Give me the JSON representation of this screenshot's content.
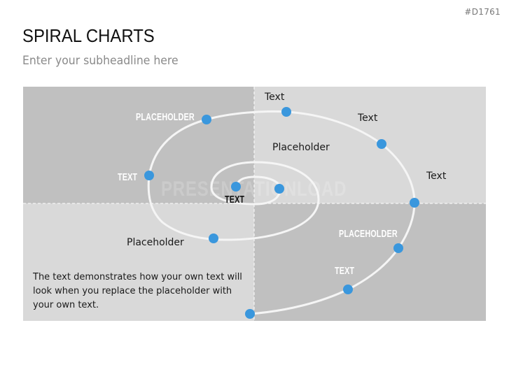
{
  "slide": {
    "code": "#D1761",
    "title": "SPIRAL CHARTS",
    "subtitle": "Enter your subheadline here",
    "watermark": "PRESENTATIONLOAD"
  },
  "colors": {
    "quadrant_dark": "#c0c0c0",
    "quadrant_light": "#d9d9d9",
    "spiral_line": "#f5f5f5",
    "point": "#3a97dd",
    "divider": "#ffffff"
  },
  "spiral": {
    "labels": [
      {
        "text": "TEXT",
        "style": "bold-dark"
      },
      {
        "text": "Placeholder",
        "style": "plain"
      },
      {
        "text": "Placeholder",
        "style": "plain"
      },
      {
        "text": "TEXT",
        "style": "bold"
      },
      {
        "text": "PLACEHOLDER",
        "style": "bold"
      },
      {
        "text": "Text",
        "style": "plain"
      },
      {
        "text": "Text",
        "style": "plain"
      },
      {
        "text": "Text",
        "style": "plain"
      },
      {
        "text": "PLACEHOLDER",
        "style": "bold"
      },
      {
        "text": "TEXT",
        "style": "bold"
      }
    ]
  },
  "description": "The text demonstrates how your own text will look when you replace the placeholder with your own text."
}
